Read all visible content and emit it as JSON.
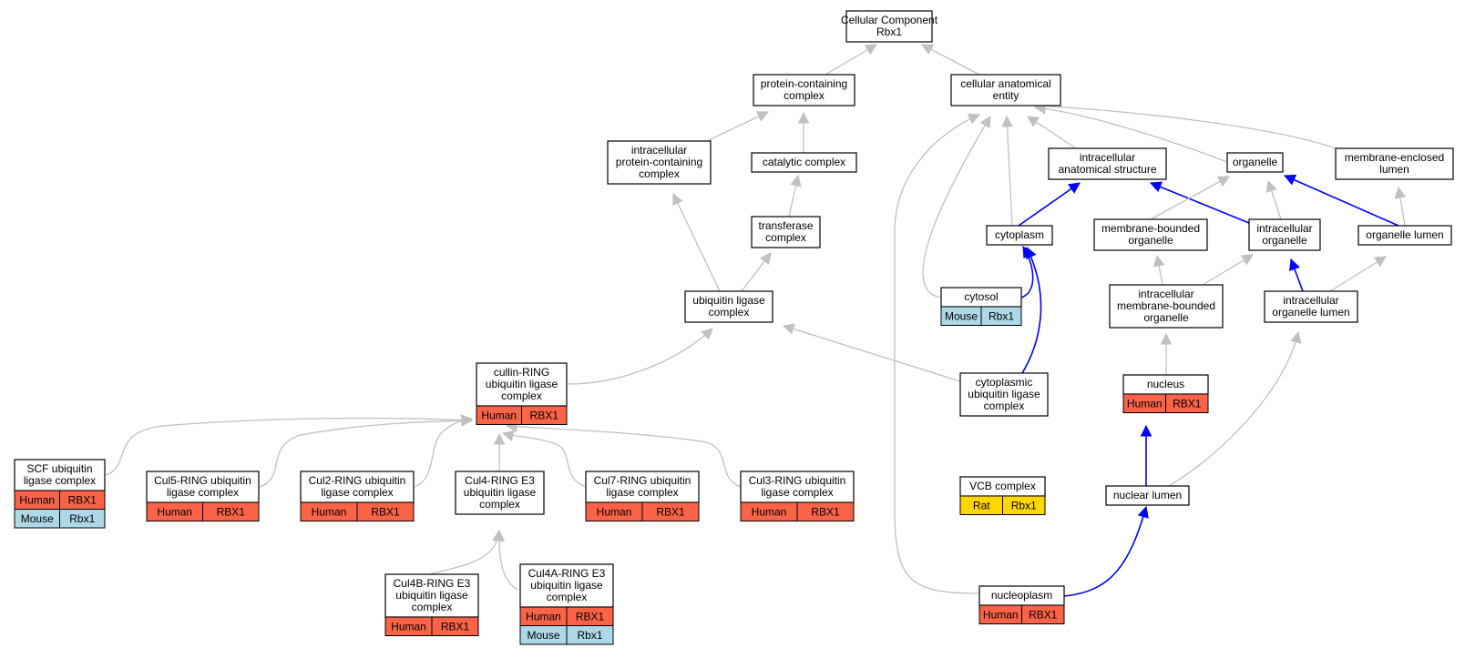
{
  "colors": {
    "human": "#fa6347",
    "mouse": "#add8e6",
    "rat": "#ffd700",
    "edge_isa": "#c0c0c0",
    "edge_partof": "#0000ff"
  },
  "nodes": [
    {
      "id": "root",
      "lines": [
        "Cellular Component",
        "Rbx1"
      ]
    },
    {
      "id": "pcc",
      "lines": [
        "protein-containing",
        "complex"
      ]
    },
    {
      "id": "cae",
      "lines": [
        "cellular anatomical",
        "entity"
      ]
    },
    {
      "id": "ipcc",
      "lines": [
        "intracellular",
        "protein-containing",
        "complex"
      ]
    },
    {
      "id": "cat",
      "lines": [
        "catalytic complex"
      ]
    },
    {
      "id": "ias",
      "lines": [
        "intracellular",
        "anatomical structure"
      ]
    },
    {
      "id": "org",
      "lines": [
        "organelle"
      ]
    },
    {
      "id": "mel",
      "lines": [
        "membrane-enclosed",
        "lumen"
      ]
    },
    {
      "id": "trans",
      "lines": [
        "transferase",
        "complex"
      ]
    },
    {
      "id": "cyto",
      "lines": [
        "cytoplasm"
      ]
    },
    {
      "id": "mbo",
      "lines": [
        "membrane-bounded",
        "organelle"
      ]
    },
    {
      "id": "io",
      "lines": [
        "intracellular",
        "organelle"
      ]
    },
    {
      "id": "ol",
      "lines": [
        "organelle lumen"
      ]
    },
    {
      "id": "ulc",
      "lines": [
        "ubiquitin ligase",
        "complex"
      ]
    },
    {
      "id": "cytosol",
      "lines": [
        "cytosol"
      ],
      "genes": [
        {
          "species": "Mouse",
          "gene": "Rbx1"
        }
      ]
    },
    {
      "id": "imbo",
      "lines": [
        "intracellular",
        "membrane-bounded",
        "organelle"
      ]
    },
    {
      "id": "iol",
      "lines": [
        "intracellular",
        "organelle lumen"
      ]
    },
    {
      "id": "crl",
      "lines": [
        "cullin-RING",
        "ubiquitin ligase",
        "complex"
      ],
      "genes": [
        {
          "species": "Human",
          "gene": "RBX1"
        }
      ]
    },
    {
      "id": "culc",
      "lines": [
        "cytoplasmic",
        "ubiquitin ligase",
        "complex"
      ]
    },
    {
      "id": "nucleus",
      "lines": [
        "nucleus"
      ],
      "genes": [
        {
          "species": "Human",
          "gene": "RBX1"
        }
      ]
    },
    {
      "id": "scf",
      "lines": [
        "SCF ubiquitin",
        "ligase complex"
      ],
      "genes": [
        {
          "species": "Human",
          "gene": "RBX1"
        },
        {
          "species": "Mouse",
          "gene": "Rbx1"
        }
      ]
    },
    {
      "id": "cul5",
      "lines": [
        "Cul5-RING ubiquitin",
        "ligase complex"
      ],
      "genes": [
        {
          "species": "Human",
          "gene": "RBX1"
        }
      ]
    },
    {
      "id": "cul2",
      "lines": [
        "Cul2-RING ubiquitin",
        "ligase complex"
      ],
      "genes": [
        {
          "species": "Human",
          "gene": "RBX1"
        }
      ]
    },
    {
      "id": "cul4",
      "lines": [
        "Cul4-RING E3",
        "ubiquitin ligase",
        "complex"
      ]
    },
    {
      "id": "cul7",
      "lines": [
        "Cul7-RING ubiquitin",
        "ligase complex"
      ],
      "genes": [
        {
          "species": "Human",
          "gene": "RBX1"
        }
      ]
    },
    {
      "id": "cul3",
      "lines": [
        "Cul3-RING ubiquitin",
        "ligase complex"
      ],
      "genes": [
        {
          "species": "Human",
          "gene": "RBX1"
        }
      ]
    },
    {
      "id": "vcb",
      "lines": [
        "VCB complex"
      ],
      "genes": [
        {
          "species": "Rat",
          "gene": "Rbx1"
        }
      ]
    },
    {
      "id": "nl",
      "lines": [
        "nuclear lumen"
      ]
    },
    {
      "id": "cul4b",
      "lines": [
        "Cul4B-RING E3",
        "ubiquitin ligase",
        "complex"
      ],
      "genes": [
        {
          "species": "Human",
          "gene": "RBX1"
        }
      ]
    },
    {
      "id": "cul4a",
      "lines": [
        "Cul4A-RING E3",
        "ubiquitin ligase",
        "complex"
      ],
      "genes": [
        {
          "species": "Human",
          "gene": "RBX1"
        },
        {
          "species": "Mouse",
          "gene": "Rbx1"
        }
      ]
    },
    {
      "id": "np",
      "lines": [
        "nucleoplasm"
      ],
      "genes": [
        {
          "species": "Human",
          "gene": "RBX1"
        }
      ]
    }
  ],
  "edges": [
    {
      "from": "pcc",
      "to": "root",
      "kind": "is_a"
    },
    {
      "from": "cae",
      "to": "root",
      "kind": "is_a"
    },
    {
      "from": "ipcc",
      "to": "pcc",
      "kind": "is_a"
    },
    {
      "from": "cat",
      "to": "pcc",
      "kind": "is_a"
    },
    {
      "from": "trans",
      "to": "cat",
      "kind": "is_a"
    },
    {
      "from": "ulc",
      "to": "trans",
      "kind": "is_a"
    },
    {
      "from": "ulc",
      "to": "ipcc",
      "kind": "is_a"
    },
    {
      "from": "crl",
      "to": "ulc",
      "kind": "is_a"
    },
    {
      "from": "culc",
      "to": "ulc",
      "kind": "is_a"
    },
    {
      "from": "scf",
      "to": "crl",
      "kind": "is_a"
    },
    {
      "from": "cul5",
      "to": "crl",
      "kind": "is_a"
    },
    {
      "from": "cul2",
      "to": "crl",
      "kind": "is_a"
    },
    {
      "from": "cul4",
      "to": "crl",
      "kind": "is_a"
    },
    {
      "from": "cul7",
      "to": "crl",
      "kind": "is_a"
    },
    {
      "from": "cul3",
      "to": "crl",
      "kind": "is_a"
    },
    {
      "from": "cul4b",
      "to": "cul4",
      "kind": "is_a"
    },
    {
      "from": "cul4a",
      "to": "cul4",
      "kind": "is_a"
    },
    {
      "from": "ias",
      "to": "cae",
      "kind": "is_a"
    },
    {
      "from": "org",
      "to": "cae",
      "kind": "is_a"
    },
    {
      "from": "mel",
      "to": "cae",
      "kind": "is_a"
    },
    {
      "from": "cyto",
      "to": "cae",
      "kind": "is_a"
    },
    {
      "from": "cytosol",
      "to": "cae",
      "kind": "is_a"
    },
    {
      "from": "np",
      "to": "cae",
      "kind": "is_a"
    },
    {
      "from": "cyto",
      "to": "ias",
      "kind": "part_of"
    },
    {
      "from": "io",
      "to": "ias",
      "kind": "part_of"
    },
    {
      "from": "mbo",
      "to": "org",
      "kind": "is_a"
    },
    {
      "from": "io",
      "to": "org",
      "kind": "is_a"
    },
    {
      "from": "ol",
      "to": "org",
      "kind": "part_of"
    },
    {
      "from": "ol",
      "to": "mel",
      "kind": "is_a"
    },
    {
      "from": "cytosol",
      "to": "cyto",
      "kind": "part_of"
    },
    {
      "from": "culc",
      "to": "cyto",
      "kind": "part_of"
    },
    {
      "from": "imbo",
      "to": "mbo",
      "kind": "is_a"
    },
    {
      "from": "imbo",
      "to": "io",
      "kind": "is_a"
    },
    {
      "from": "iol",
      "to": "io",
      "kind": "part_of"
    },
    {
      "from": "iol",
      "to": "ol",
      "kind": "is_a"
    },
    {
      "from": "nucleus",
      "to": "imbo",
      "kind": "is_a"
    },
    {
      "from": "vcb",
      "to": "culc",
      "kind": "is_a"
    },
    {
      "from": "nl",
      "to": "nucleus",
      "kind": "part_of"
    },
    {
      "from": "nl",
      "to": "iol",
      "kind": "is_a"
    },
    {
      "from": "np",
      "to": "nl",
      "kind": "part_of"
    }
  ]
}
